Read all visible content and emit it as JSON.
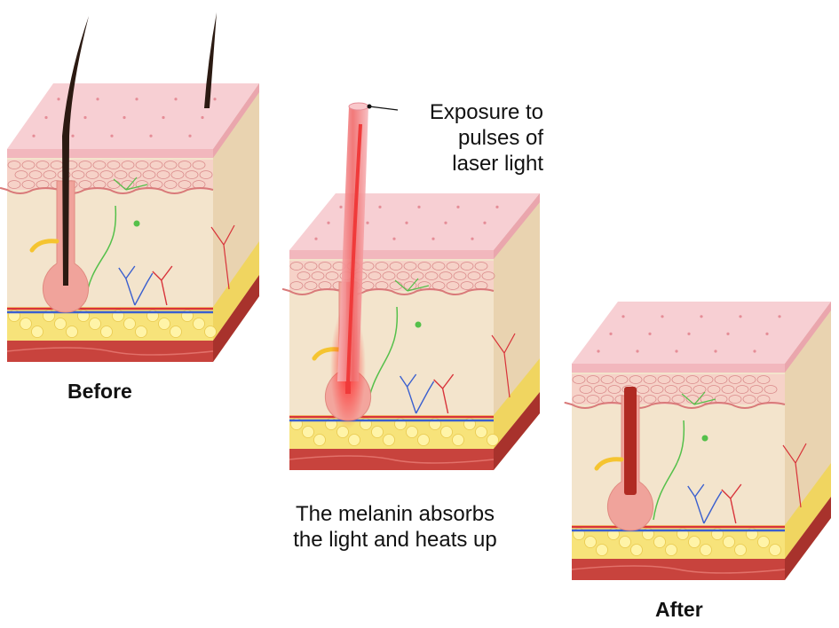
{
  "stages": [
    {
      "id": "before",
      "label": "Before"
    },
    {
      "id": "during",
      "label": ""
    },
    {
      "id": "after",
      "label": "After"
    }
  ],
  "annotations": {
    "laser": {
      "lines": [
        "Exposure to",
        "pulses of",
        "laser light"
      ]
    },
    "melanin": {
      "lines": [
        "The melanin absorbs",
        "the light and heats up"
      ]
    }
  },
  "colors": {
    "epidermis_top": "#f7cfd3",
    "epidermis_side": "#f2b7bd",
    "cell_layer": "#f6d2c8",
    "cell_outline": "#d98a8a",
    "dermis": "#f3e4cc",
    "dermis_side": "#e9d3b0",
    "fat": "#f7e37a",
    "fat_globule": "#fff4a8",
    "muscle": "#c8433d",
    "muscle_side": "#a8322c",
    "hair": "#2b1a12",
    "follicle": "#f0a39b",
    "laser": "#f03a3a",
    "damaged_hair": "#b02a22",
    "nerve": "#55c04a",
    "vein": "#3a5fcf",
    "artery": "#d8333a",
    "gland": "#f5c430"
  }
}
